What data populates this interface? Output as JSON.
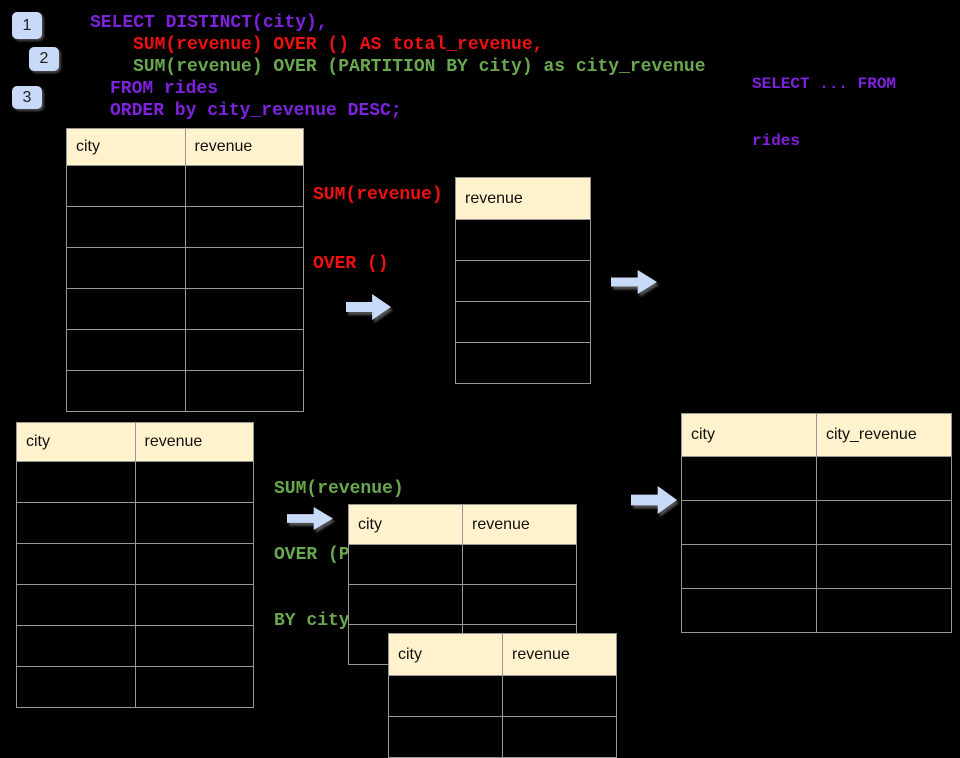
{
  "colors": {
    "background": "#000000",
    "purple": "#7E22DD",
    "red": "#EE1111",
    "green": "#6AA84F",
    "header_fill": "#FFF2CC",
    "arrow_fill": "#C9DAF8",
    "badge_fill": "#C9DAF8",
    "border": "#979797"
  },
  "badges": [
    {
      "label": "1"
    },
    {
      "label": "2"
    },
    {
      "label": "3"
    }
  ],
  "sql": {
    "lines": [
      {
        "text": "SELECT DISTINCT(city),",
        "color": "purple"
      },
      {
        "text": "SUM(revenue) OVER () AS total_revenue,",
        "color": "red"
      },
      {
        "text": "SUM(revenue) OVER (PARTITION BY city) as city_revenue",
        "color": "green"
      },
      {
        "text": "FROM rides",
        "color": "purple"
      },
      {
        "text": "ORDER by city_revenue DESC;",
        "color": "purple"
      }
    ]
  },
  "annotations": {
    "select_from": {
      "line1": "SELECT ... FROM",
      "line2": "rides",
      "color": "purple"
    },
    "total": {
      "line1": "SUM(revenue)",
      "line2": "OVER ()",
      "color": "red"
    },
    "partition": {
      "line1": "SUM(revenue)",
      "line2": "OVER (PARTITION",
      "line3": "BY city)",
      "color": "green"
    }
  },
  "tables": {
    "source_top": {
      "headers": [
        "city",
        "revenue"
      ],
      "rows": 6
    },
    "total_revenue": {
      "headers": [
        "revenue"
      ],
      "rows": 4
    },
    "source_bottom": {
      "headers": [
        "city",
        "revenue"
      ],
      "rows": 6
    },
    "partition_group_a": {
      "headers": [
        "city",
        "revenue"
      ],
      "rows": 3
    },
    "partition_group_b": {
      "headers": [
        "city",
        "revenue"
      ],
      "rows": 2
    },
    "result_city_revenue": {
      "headers": [
        "city",
        "city_revenue"
      ],
      "rows": 4
    }
  },
  "icons": {
    "arrow_right": "→"
  }
}
